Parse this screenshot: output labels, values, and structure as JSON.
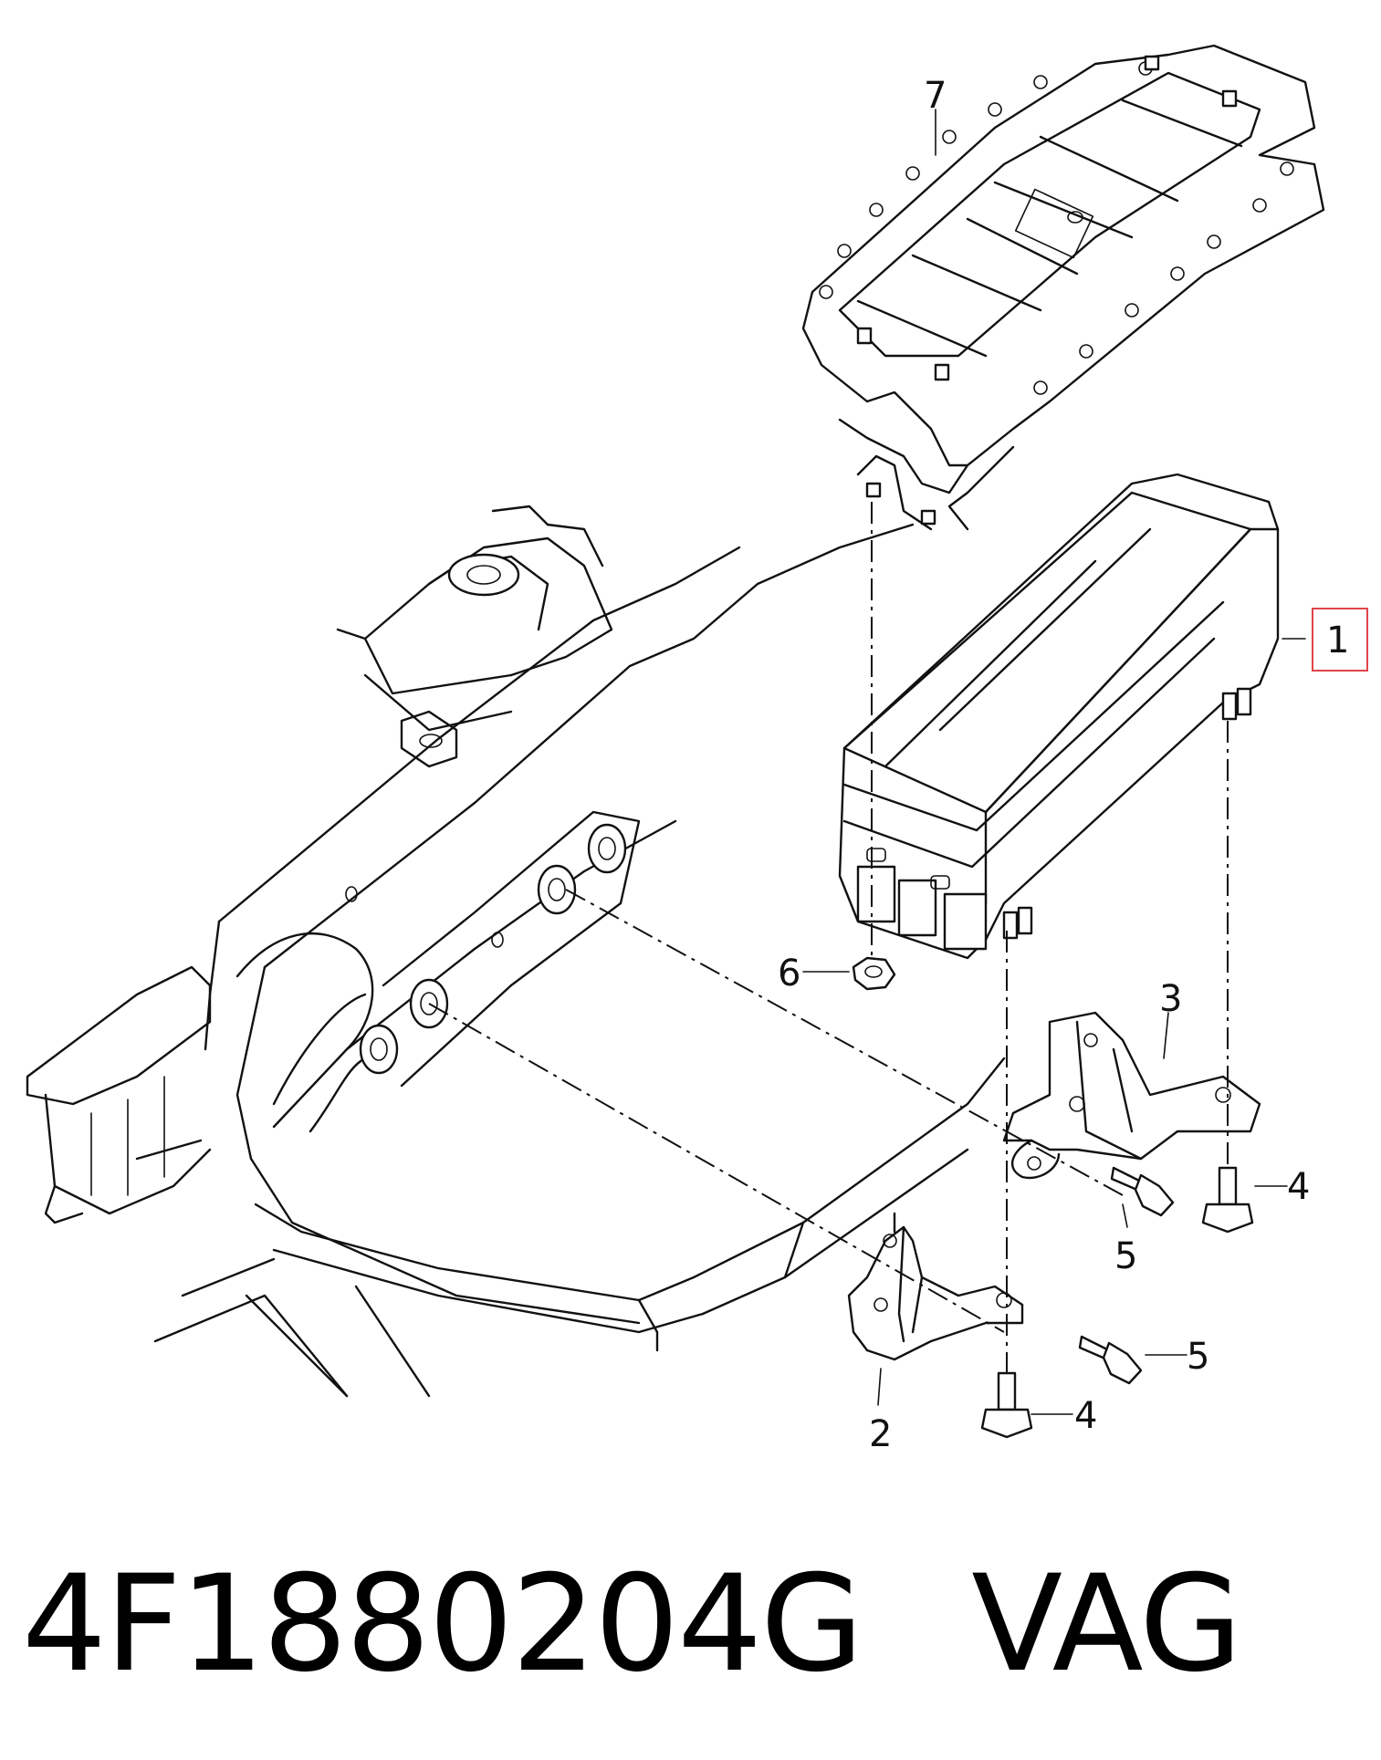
{
  "callouts": {
    "c1": "1",
    "c2": "2",
    "c3": "3",
    "c4a": "4",
    "c4b": "4",
    "c5a": "5",
    "c5b": "5",
    "c6": "6",
    "c7": "7"
  },
  "caption": {
    "part_number": "4F1880204G",
    "brand": "VAG"
  },
  "colors": {
    "highlight": "#e0444c",
    "line": "#111111",
    "background": "#ffffff"
  }
}
